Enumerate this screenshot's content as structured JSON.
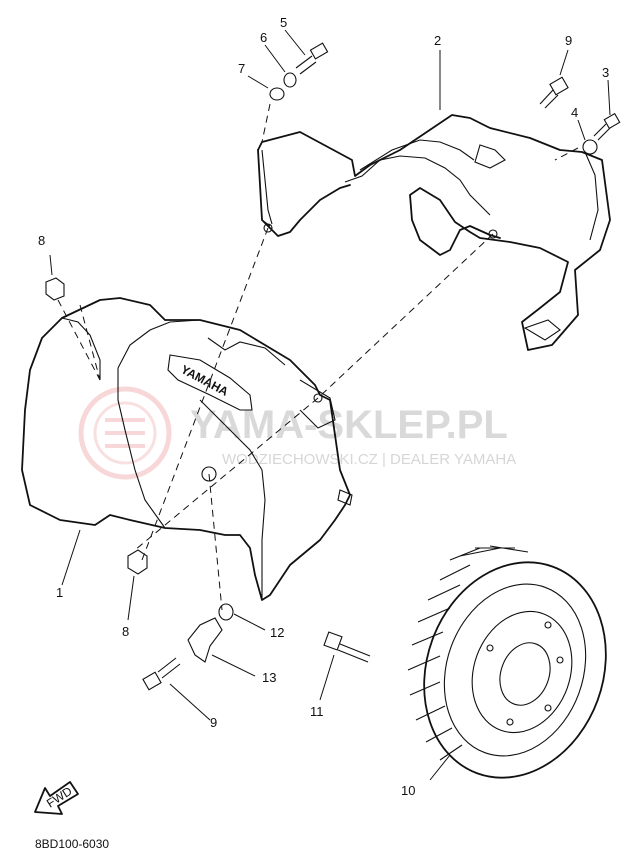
{
  "watermark": {
    "brand": "YAMA-SKLEP.PL",
    "subtitle": "WODZIECHOWSKI.CZ | DEALER YAMAHA",
    "logo": "tuning-fork-logo"
  },
  "diagram_code": "8BD100-6030",
  "fwd_label": "FWD",
  "embossed_text": "YAMAHA",
  "callouts": [
    {
      "id": "c1",
      "label": "1"
    },
    {
      "id": "c2",
      "label": "2"
    },
    {
      "id": "c3",
      "label": "3"
    },
    {
      "id": "c4",
      "label": "4"
    },
    {
      "id": "c5",
      "label": "5"
    },
    {
      "id": "c6",
      "label": "6"
    },
    {
      "id": "c7",
      "label": "7"
    },
    {
      "id": "c8a",
      "label": "8"
    },
    {
      "id": "c8b",
      "label": "8"
    },
    {
      "id": "c9a",
      "label": "9"
    },
    {
      "id": "c9b",
      "label": "9"
    },
    {
      "id": "c10",
      "label": "10"
    },
    {
      "id": "c11",
      "label": "11"
    },
    {
      "id": "c12",
      "label": "12"
    },
    {
      "id": "c13",
      "label": "13"
    }
  ]
}
